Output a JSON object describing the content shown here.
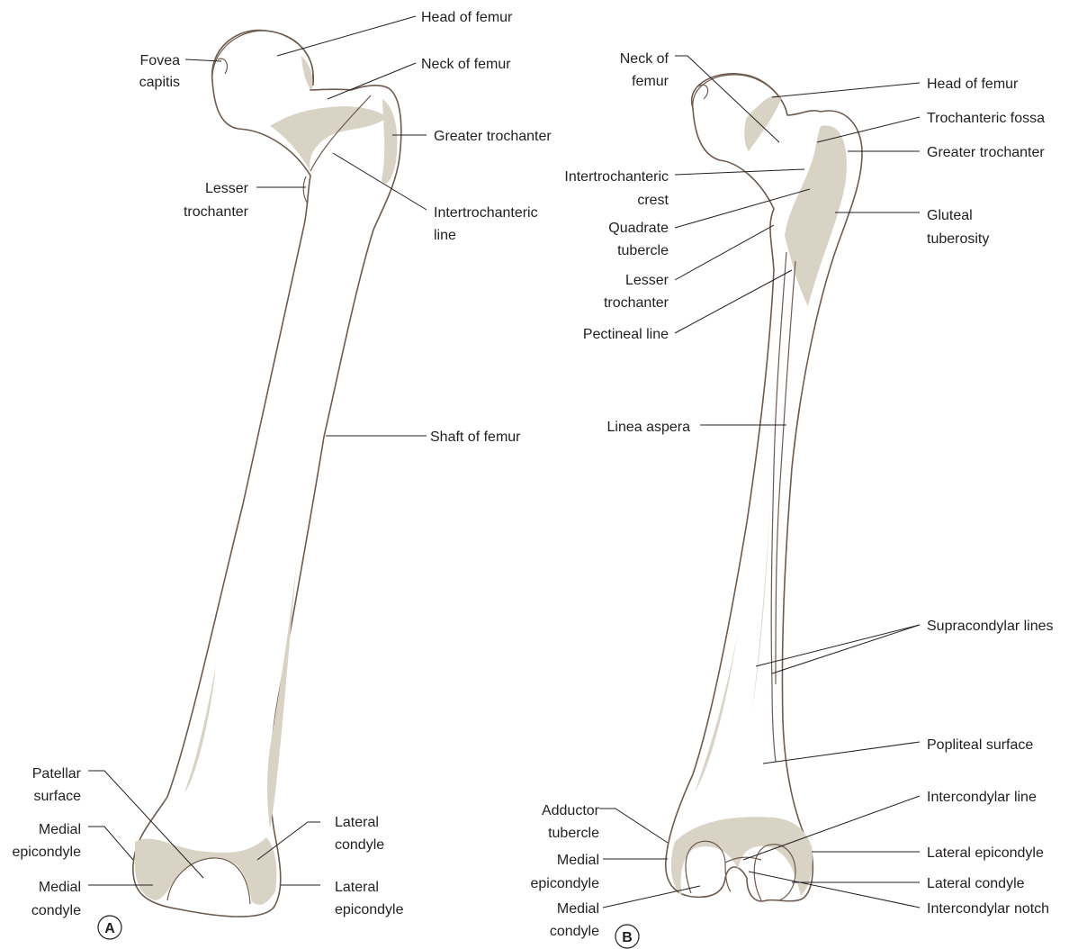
{
  "colors": {
    "bone_outline": "#6e5a4e",
    "bone_shading": "#d8d3c4",
    "text": "#231f20"
  },
  "panel_a": {
    "letter": "A",
    "labels": {
      "head_of_femur": "Head of femur",
      "fovea_1": "Fovea",
      "fovea_2": "capitis",
      "neck_of_femur": "Neck of femur",
      "greater_trochanter": "Greater trochanter",
      "lesser_1": "Lesser",
      "lesser_2": "trochanter",
      "intertrochanteric_1": "Intertrochanteric",
      "intertrochanteric_2": "line",
      "shaft": "Shaft of femur",
      "patellar_1": "Patellar",
      "patellar_2": "surface",
      "medial_epicondyle_1": "Medial",
      "medial_epicondyle_2": "epicondyle",
      "medial_condyle_1": "Medial",
      "medial_condyle_2": "condyle",
      "lateral_condyle_1": "Lateral",
      "lateral_condyle_2": "condyle",
      "lateral_epicondyle_1": "Lateral",
      "lateral_epicondyle_2": "epicondyle"
    }
  },
  "panel_b": {
    "letter": "B",
    "labels": {
      "neck_1": "Neck of",
      "neck_2": "femur",
      "head_of_femur": "Head of femur",
      "trochanteric_fossa": "Trochanteric fossa",
      "greater_trochanter": "Greater trochanter",
      "intertrochanteric_1": "Intertrochanteric",
      "intertrochanteric_2": "crest",
      "quadrate_1": "Quadrate",
      "quadrate_2": "tubercle",
      "gluteal_1": "Gluteal",
      "gluteal_2": "tuberosity",
      "lesser_1": "Lesser",
      "lesser_2": "trochanter",
      "pectineal": "Pectineal line",
      "linea_aspera": "Linea aspera",
      "supracondylar": "Supracondylar lines",
      "popliteal": "Popliteal surface",
      "adductor_1": "Adductor",
      "adductor_2": "tubercle",
      "intercondylar_line": "Intercondylar line",
      "medial_epicondyle_1": "Medial",
      "medial_epicondyle_2": "epicondyle",
      "lateral_epicondyle": "Lateral epicondyle",
      "lateral_condyle": "Lateral condyle",
      "medial_condyle_1": "Medial",
      "medial_condyle_2": "condyle",
      "intercondylar_notch": "Intercondylar notch"
    }
  }
}
